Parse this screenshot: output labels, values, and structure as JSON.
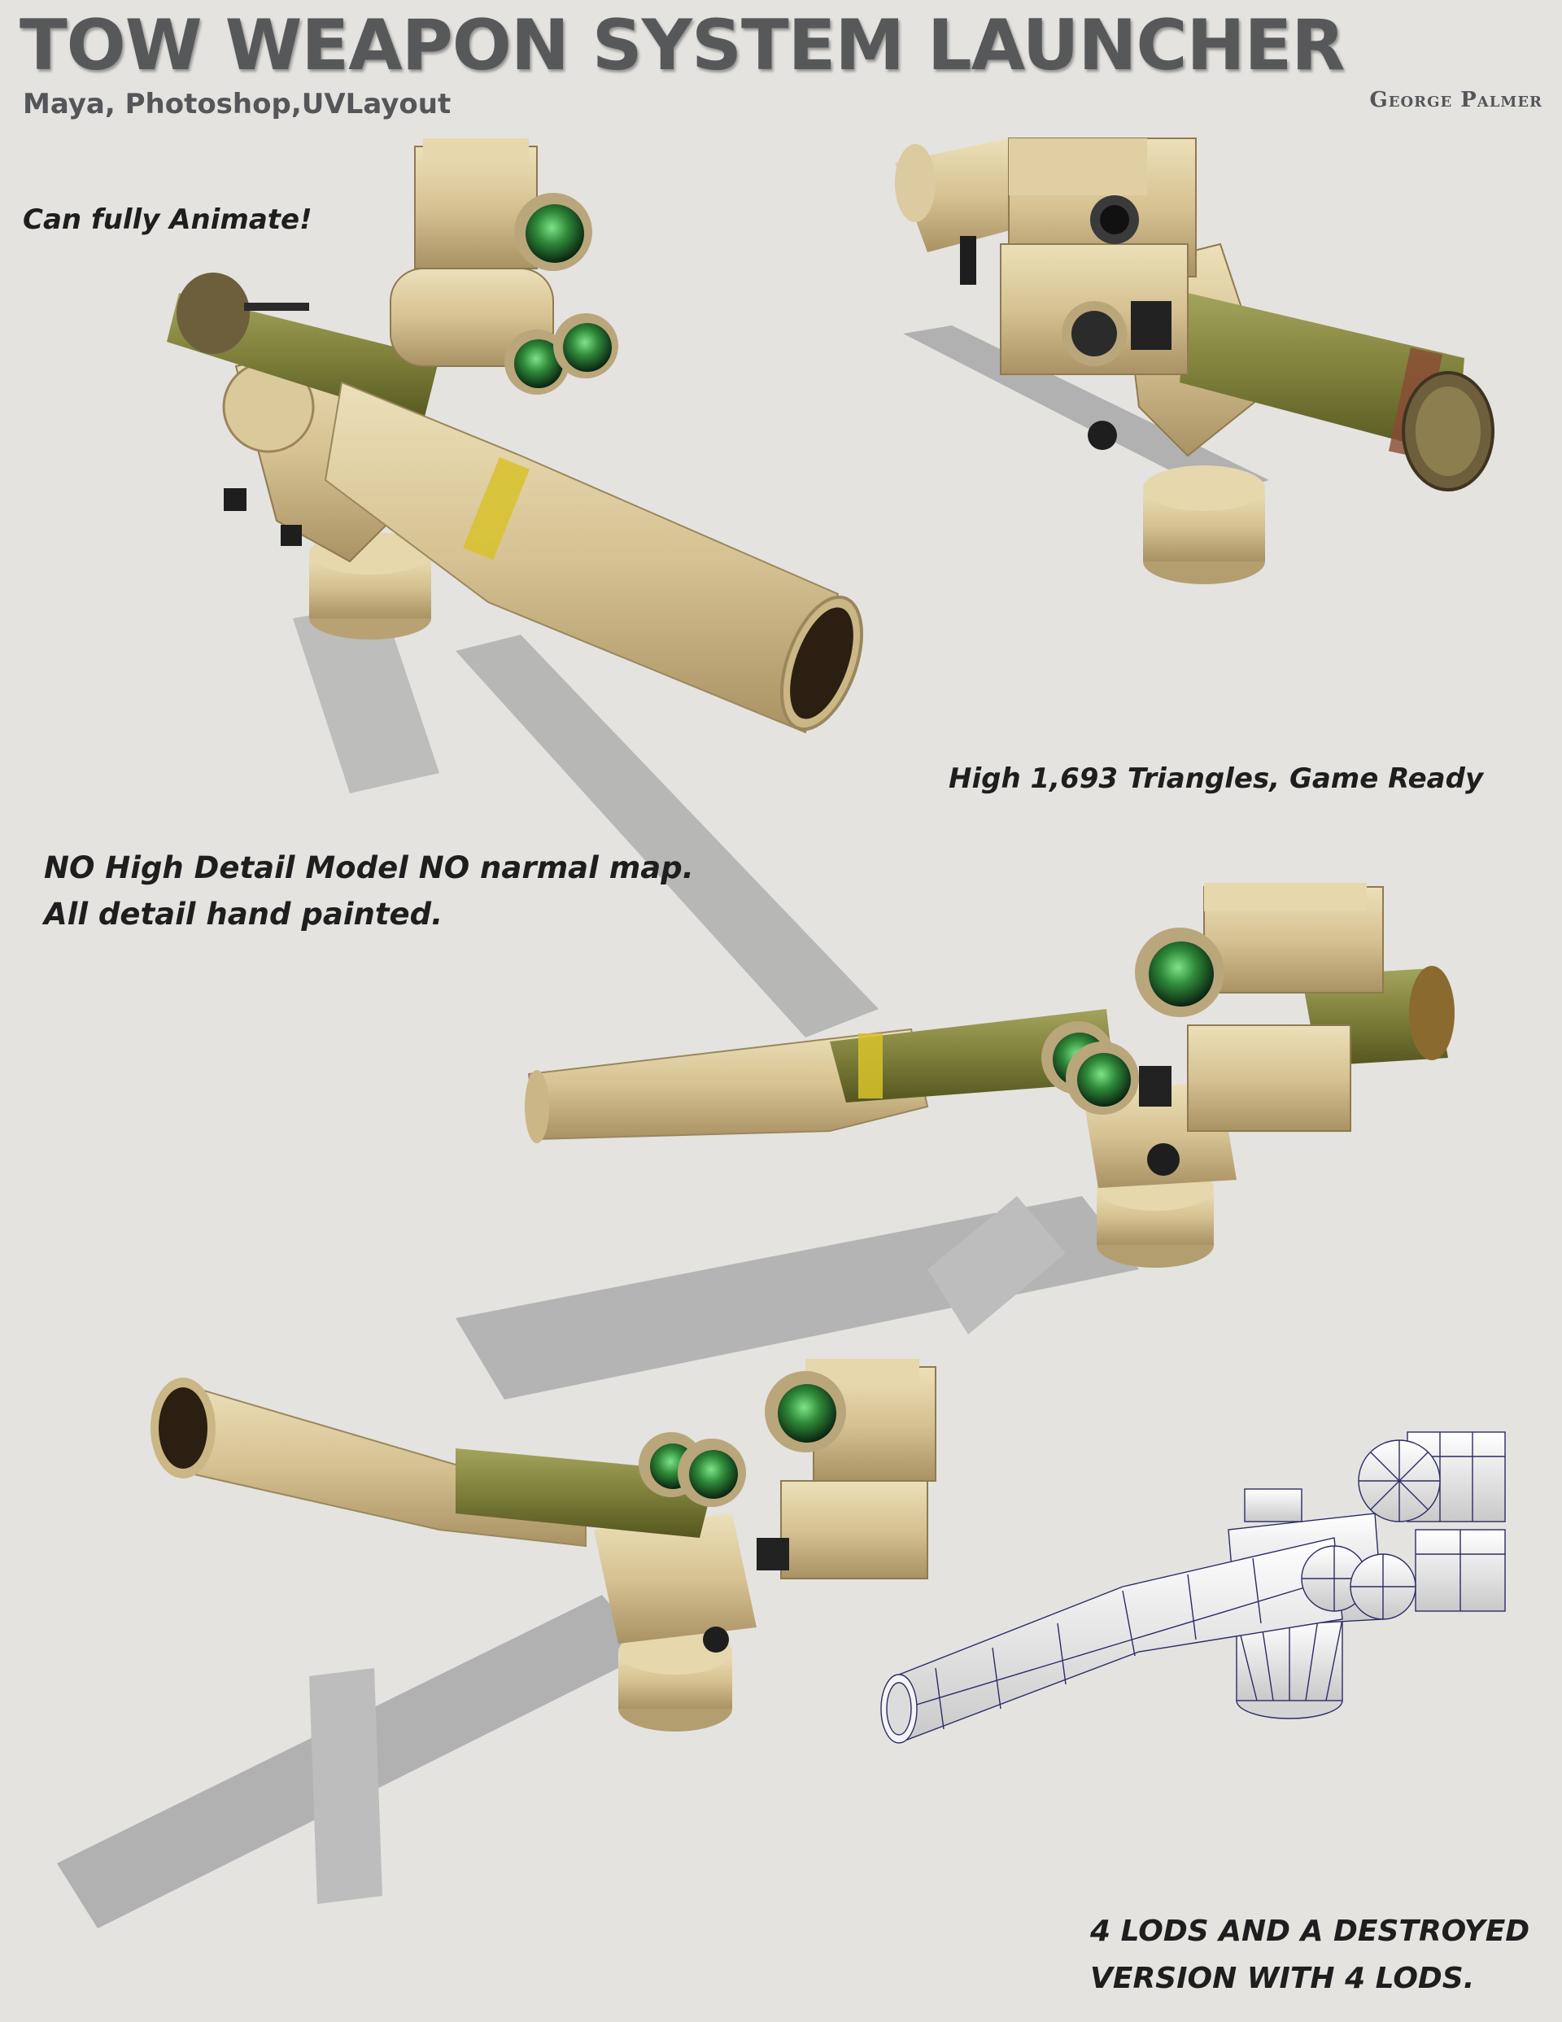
{
  "header": {
    "title": "TOW WEAPON SYSTEM LAUNCHER",
    "tools": "Maya, Photoshop,UVLayout",
    "author": "George Palmer"
  },
  "notes": {
    "animate": "Can fully Animate!",
    "triangles": "High 1,693 Triangles,  Game Ready",
    "detail": [
      "NO High Detail Model NO narmal map.",
      "All detail hand painted."
    ],
    "lods": [
      "4 LODS AND A DESTROYED",
      "VERSION WITH 4 LODS."
    ]
  },
  "colors": {
    "background": "#e4e3e0",
    "tan": "#d8c493",
    "olive": "#7d7f3a",
    "lens": "#2f8a3a",
    "shadow": "#b1b1b1",
    "wire": "#eeeeee"
  },
  "renders": [
    {
      "name": "launcher-front-left-view"
    },
    {
      "name": "launcher-rear-view"
    },
    {
      "name": "launcher-side-view"
    },
    {
      "name": "launcher-low-angle-view"
    },
    {
      "name": "launcher-wireframe-view"
    }
  ]
}
